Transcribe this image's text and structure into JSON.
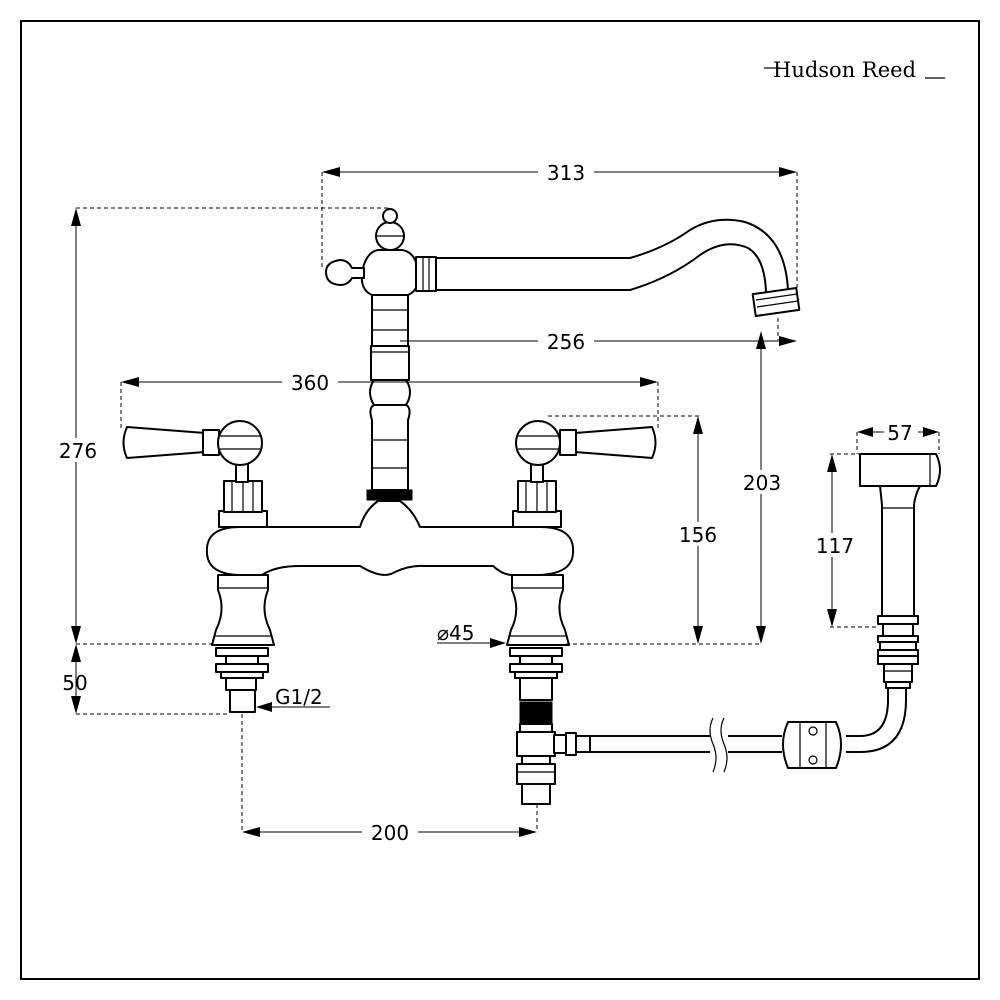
{
  "brand": {
    "name": "Hudson Reed"
  },
  "dimensions": {
    "spout_reach_overall": "313",
    "spout_reach": "256",
    "tap_width": "360",
    "overall_height": "276",
    "spout_height": "203",
    "body_height": "156",
    "shank_length": "50",
    "spray_width": "57",
    "spray_height": "117",
    "base_diameter": "⌀45",
    "thread": "G1/2",
    "centres": "200"
  }
}
